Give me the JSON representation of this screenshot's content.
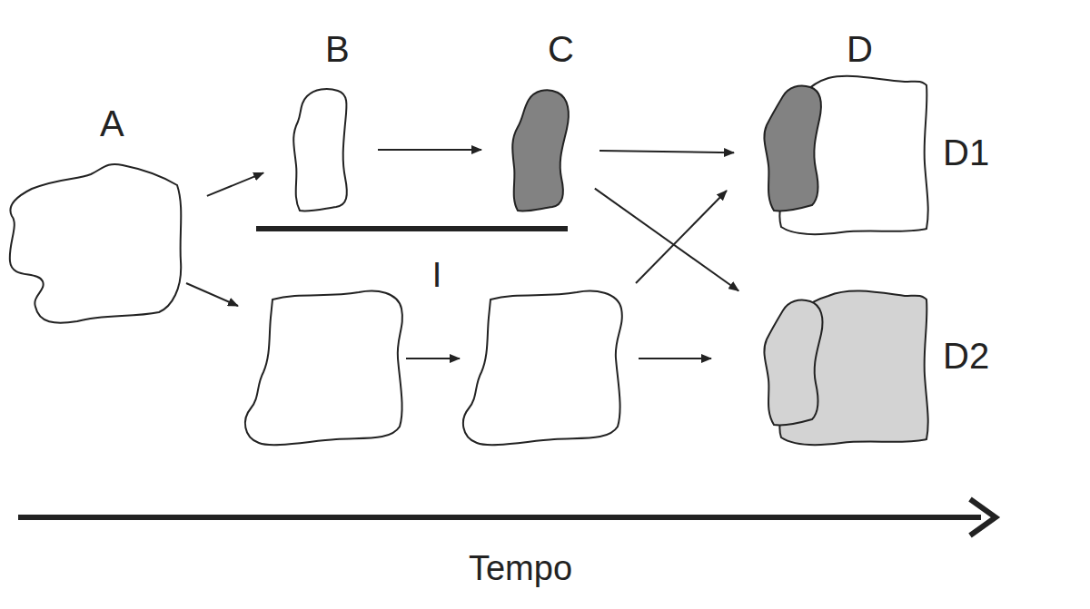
{
  "diagram": {
    "nodes": [
      {
        "text": [
          "A"
        ]
      },
      {
        "text": [
          "B"
        ]
      },
      {
        "text": [
          "C"
        ]
      },
      {
        "text": [
          "D",
          "D1"
        ]
      },
      {
        "text": [
          "D2"
        ]
      }
    ],
    "edges": [
      {
        "from": 0,
        "to": 1,
        "arrow": "to"
      },
      {
        "from": 1,
        "to": 2,
        "arrow": "to"
      },
      {
        "from": 2,
        "to": 3,
        "arrow": "to"
      },
      {
        "from": 2,
        "to": 4,
        "arrow": "to"
      }
    ],
    "labels": [
      "I",
      "Tempo"
    ]
  }
}
